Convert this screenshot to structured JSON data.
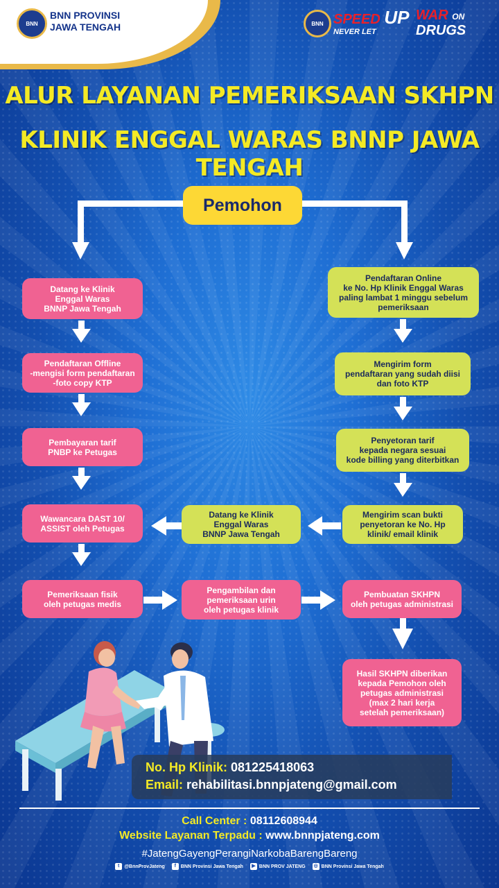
{
  "header": {
    "org_line1": "BNN PROVINSI",
    "org_line2": "JAWA TENGAH",
    "logo_text": "BNN",
    "speed_main": "SPEED",
    "speed_sub": "NEVER LET",
    "speed_up": "UP",
    "war_1": "WAR",
    "war_2": "ON",
    "war_3": "DRUGS"
  },
  "title": {
    "line1": "ALUR LAYANAN PEMERIKSAAN SKHPN",
    "line2": "KLINIK ENGGAL WARAS BNNP JAWA TENGAH"
  },
  "flow": {
    "start": "Pemohon",
    "left": [
      "Datang ke Klinik\nEnggal Waras\nBNNP Jawa Tengah",
      "Pendaftaran Offline\n-mengisi form pendaftaran\n-foto copy KTP",
      "Pembayaran tarif\nPNBP ke Petugas",
      "Wawancara DAST 10/\nASSIST oleh Petugas",
      "Pemeriksaan fisik\noleh petugas medis"
    ],
    "right": [
      "Pendaftaran Online\nke No. Hp Klinik Enggal Waras\npaling lambat 1 minggu sebelum\npemeriksaan",
      "Mengirim form\npendaftaran yang sudah diisi\ndan foto KTP",
      "Penyetoran tarif\nkepada negara sesuai\nkode billing yang diterbitkan",
      "Mengirim scan bukti\npenyetoran ke No. Hp\nklinik/ email klinik"
    ],
    "middle_visit": "Datang ke Klinik\nEnggal Waras\nBNNP Jawa Tengah",
    "middle_urine": "Pengambilan dan\npemeriksaan urin\noleh petugas klinik",
    "skhpn_make": "Pembuatan SKHPN\noleh petugas administrasi",
    "skhpn_result": "Hasil SKHPN diberikan\nkepada Pemohon oleh\npetugas administrasi\n(max 2 hari kerja\nsetelah pemeriksaan)"
  },
  "contact": {
    "hp_label": "No. Hp Klinik:",
    "hp_value": "081225418063",
    "email_label": "Email:",
    "email_value": "rehabilitasi.bnnpjateng@gmail.com"
  },
  "footer": {
    "call_label": "Call Center :",
    "call_value": "08112608944",
    "web_label": "Website Layanan Terpadu :",
    "web_value": "www.bnnpjateng.com",
    "hashtag": "#JatengGayengPerangiNarkobaBarengBareng",
    "social_twitter": "@BnnProvJateng",
    "social_facebook": "BNN Provinsi Jawa Tengah",
    "social_youtube": "BNN PROV JATENG",
    "social_instagram": "BNN Provinsi Jawa Tengah"
  }
}
